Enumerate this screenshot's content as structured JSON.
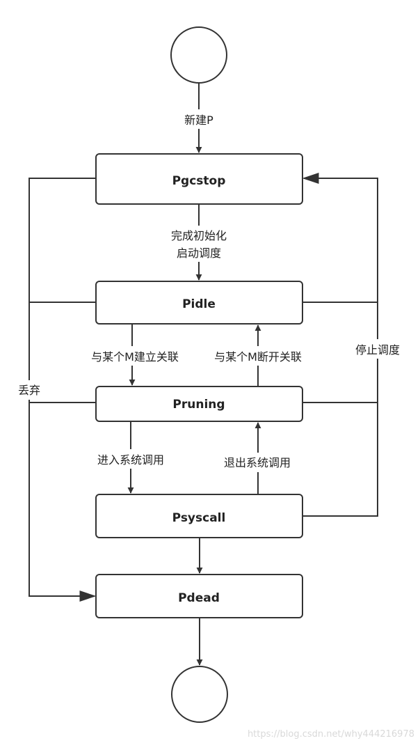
{
  "nodes": {
    "pgcstop": "Pgcstop",
    "pidle": "Pidle",
    "pruning": "Pruning",
    "psyscall": "Psyscall",
    "pdead": "Pdead"
  },
  "edges": {
    "new_p": "新建P",
    "init_done_line1": "完成初始化",
    "init_done_line2": "启动调度",
    "bind_m": "与某个M建立关联",
    "unbind_m": "与某个M断开关联",
    "enter_syscall": "进入系统调用",
    "exit_syscall": "退出系统调用",
    "stop_sched": "停止调度",
    "discard": "丢弃"
  },
  "watermark": "https://blog.csdn.net/why444216978"
}
